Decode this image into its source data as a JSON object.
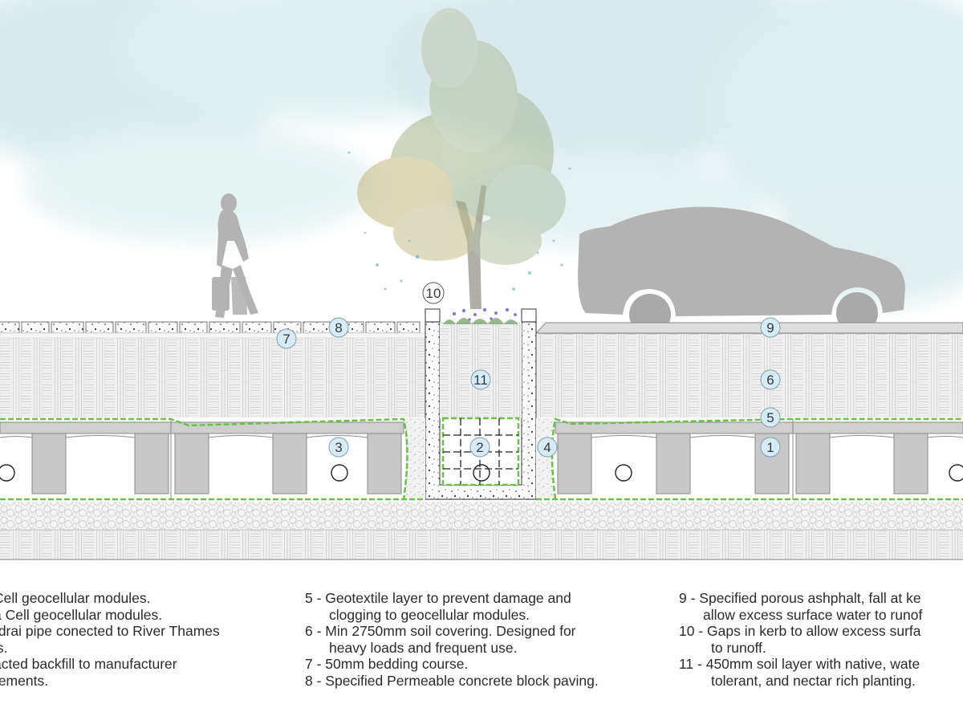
{
  "markers": {
    "m1": "1",
    "m2": "2",
    "m3": "3",
    "m4": "4",
    "m5": "5",
    "m6": "6",
    "m7": "7",
    "m8": "8",
    "m9": "9",
    "m10": "10",
    "m11": "11"
  },
  "legend": {
    "col1": {
      "l1": "Cell geocellular modules.",
      "l2": "a Cell geocellular modules.",
      "l3": "rdrai pipe conected to River Thames",
      "l4": "ls.",
      "l5": "acted backfill to manufacturer",
      "l6": "rements."
    },
    "col2": {
      "i5a": "5 - Geotextile layer to prevent damage and",
      "i5b": "clogging to geocellular modules.",
      "i6a": "6 - Min 2750mm soil covering. Designed for",
      "i6b": "heavy loads and frequent use.",
      "i7": "7 - 50mm bedding course.",
      "i8": "8 - Specified Permeable concrete block paving."
    },
    "col3": {
      "i9a": "9 - Specified porous ashphalt, fall at ke",
      "i9b": "allow excess surface water to runof",
      "i10a": "10 - Gaps in kerb to allow excess surfa",
      "i10b": "to runoff.",
      "i11a": "11 - 450mm soil layer with native, wate",
      "i11b": "tolerant, and nectar rich planting."
    }
  },
  "colors": {
    "sky": "#d9ecef",
    "silhouette": "#b8b8b8",
    "soil_hatch": "#e4e4e4",
    "geotextile": "#6cc04a",
    "marker_fill": "#d6ebf5",
    "module": "#c8c8c8",
    "text": "#2b2b2b"
  }
}
